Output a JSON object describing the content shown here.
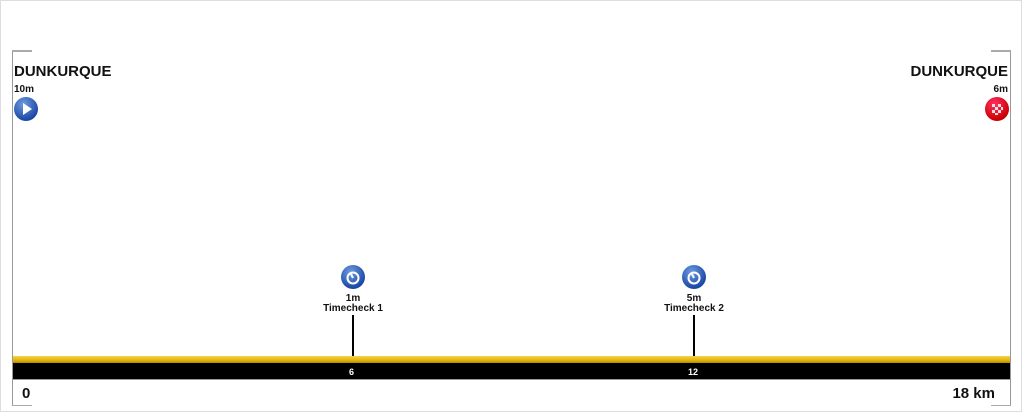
{
  "start": {
    "city": "DUNKURQUE",
    "altitude": "10m",
    "icon": "play-icon"
  },
  "finish": {
    "city": "DUNKURQUE",
    "altitude": "6m",
    "icon": "checkered-flag-icon"
  },
  "checkpoints": [
    {
      "altitude": "1m",
      "label": "Timecheck 1",
      "km": 6,
      "icon": "stopwatch-icon"
    },
    {
      "altitude": "5m",
      "label": "Timecheck 2",
      "km": 12,
      "icon": "stopwatch-icon"
    }
  ],
  "axis": {
    "ticks": [
      "6",
      "12"
    ],
    "start_label": "0",
    "end_label": "18 km",
    "total_km": 18
  },
  "colors": {
    "road": "#e1b50c",
    "bar": "#000000",
    "marker": "#1d49a8",
    "finish": "#cc0000"
  }
}
